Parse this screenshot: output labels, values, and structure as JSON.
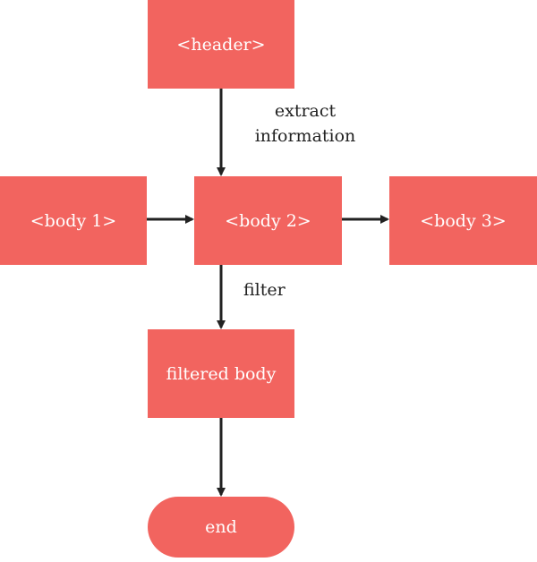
{
  "colors": {
    "node_fill": "#f2645f",
    "node_text": "#ffffff",
    "arrow": "#222222",
    "label_text": "#222222"
  },
  "nodes": {
    "header": "<header>",
    "body1": "<body 1>",
    "body2": "<body 2>",
    "body3": "<body 3>",
    "filtered": "filtered body",
    "end": "end"
  },
  "edge_labels": {
    "extract_line1": "extract",
    "extract_line2": "information",
    "filter": "filter"
  }
}
